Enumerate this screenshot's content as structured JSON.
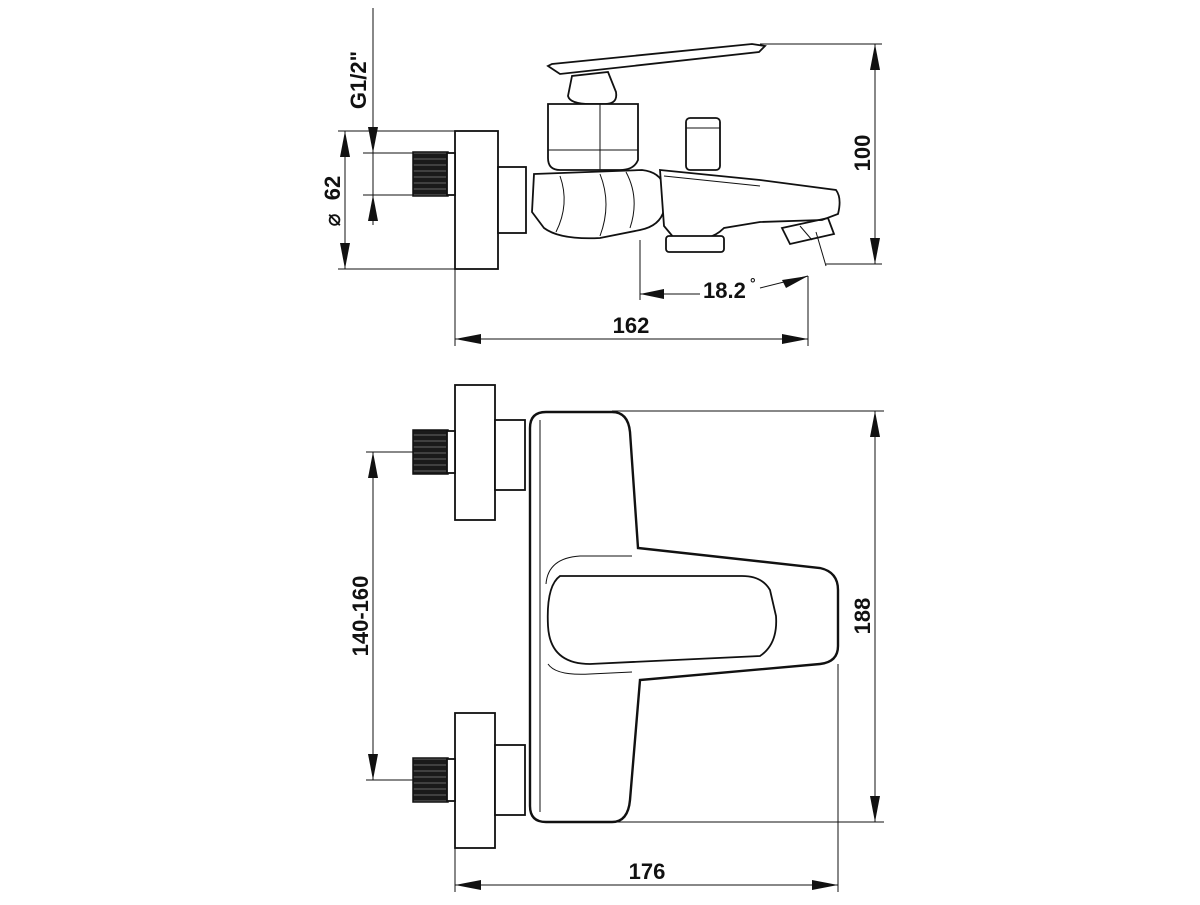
{
  "drawing": {
    "side_view": {
      "dim_thread": "G1/2\"",
      "dim_diameter": "62",
      "dim_diameter_symbol": "⌀",
      "dim_height": "100",
      "dim_angle": "18.2",
      "dim_angle_unit": "°",
      "dim_depth": "162"
    },
    "top_view": {
      "dim_centers": "140-160",
      "dim_length": "188",
      "dim_width": "176"
    },
    "colors": {
      "line": "#111111",
      "background": "#ffffff"
    }
  }
}
